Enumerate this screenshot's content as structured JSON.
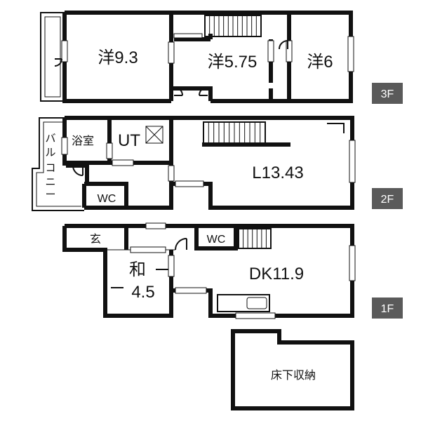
{
  "floors": {
    "f3": {
      "badge": "3F",
      "rooms": {
        "western_a": "洋9.3",
        "western_b": "洋5.75",
        "western_c": "洋6"
      }
    },
    "f2": {
      "badge": "2F",
      "rooms": {
        "bath": "浴室",
        "utility": "UT",
        "wc": "WC",
        "living": "L13.43"
      },
      "balcony": [
        "バ",
        "ル",
        "コ",
        "ニ",
        "ー"
      ]
    },
    "f1": {
      "badge": "1F",
      "rooms": {
        "entrance": "玄",
        "japanese_top": "和",
        "japanese_bottom": "4.5",
        "wc": "WC",
        "dining_kitchen": "DK11.9"
      }
    },
    "storage": {
      "label": "床下収納"
    }
  }
}
